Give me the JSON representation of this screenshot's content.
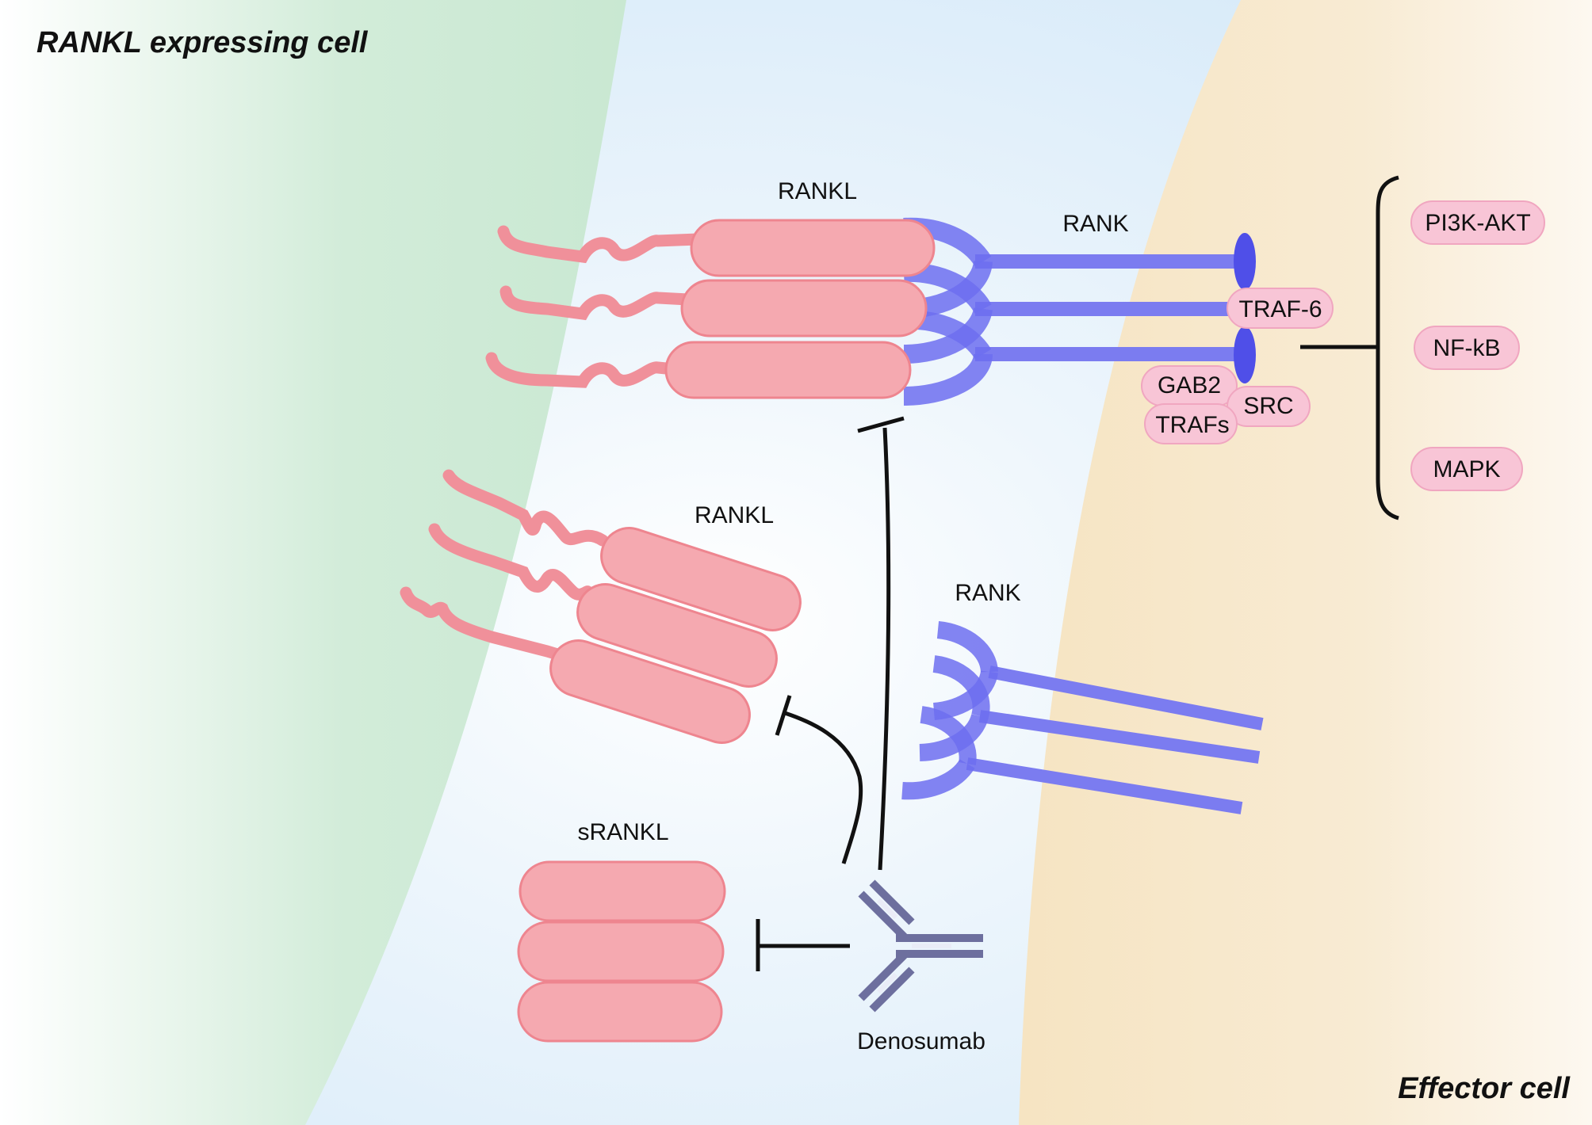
{
  "titles": {
    "left_cell": "RANKL expressing cell",
    "right_cell": "Effector cell"
  },
  "labels": {
    "rankl_top": "RANKL",
    "rank_top": "RANK",
    "rankl_middle": "RANKL",
    "rank_middle": "RANK",
    "srankl": "sRANKL",
    "denosumab": "Denosumab"
  },
  "adaptors": {
    "traf6": "TRAF-6",
    "gab2": "GAB2",
    "trafs": "TRAFs",
    "src": "SRC"
  },
  "pathways": [
    "PI3K-AKT",
    "NF-kB",
    "MAPK"
  ],
  "colors": {
    "rankl_fill": "#f5a9b0",
    "rankl_stroke": "#ee858f",
    "rank": "#7b7cf0",
    "rank_dark": "#5150e8",
    "pill": "#f8c5d6",
    "left_bg": "#d2ecd9",
    "middle_bg": "#dceefa",
    "right_bg": "#f7e8cc",
    "antibody": "#6d6f9e"
  }
}
